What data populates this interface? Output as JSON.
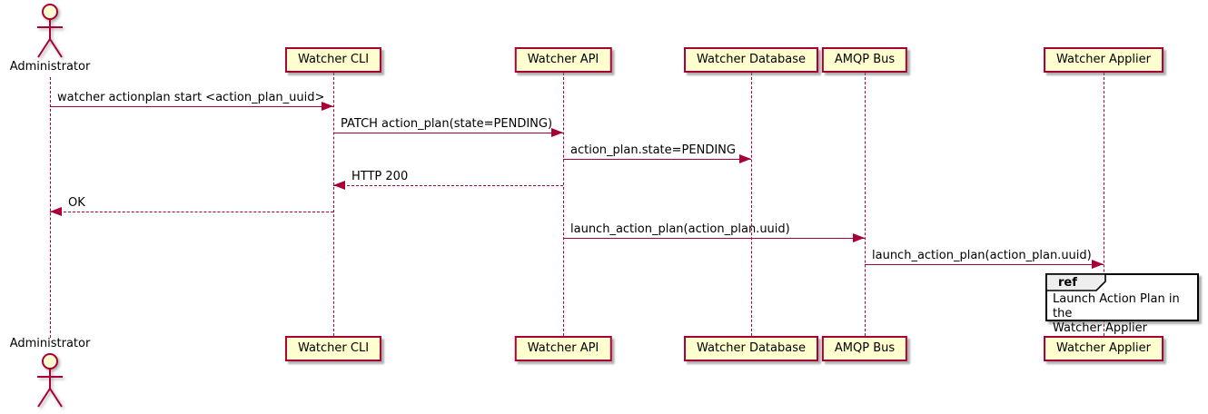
{
  "diagram": {
    "type": "sequence",
    "participants": [
      {
        "id": "administrator",
        "label": "Administrator",
        "kind": "actor"
      },
      {
        "id": "watcher-cli",
        "label": "Watcher CLI",
        "kind": "participant"
      },
      {
        "id": "watcher-api",
        "label": "Watcher API",
        "kind": "participant"
      },
      {
        "id": "watcher-database",
        "label": "Watcher Database",
        "kind": "participant"
      },
      {
        "id": "amqp-bus",
        "label": "AMQP Bus",
        "kind": "participant"
      },
      {
        "id": "watcher-applier",
        "label": "Watcher Applier",
        "kind": "participant"
      }
    ],
    "messages": [
      {
        "from": "Administrator",
        "to": "Watcher CLI",
        "label": "watcher actionplan start <action_plan_uuid>",
        "line": "solid"
      },
      {
        "from": "Watcher CLI",
        "to": "Watcher API",
        "label": "PATCH action_plan(state=PENDING)",
        "line": "solid"
      },
      {
        "from": "Watcher API",
        "to": "Watcher Database",
        "label": "action_plan.state=PENDING",
        "line": "solid"
      },
      {
        "from": "Watcher API",
        "to": "Watcher CLI",
        "label": "HTTP 200",
        "line": "dashed"
      },
      {
        "from": "Watcher CLI",
        "to": "Administrator",
        "label": "OK",
        "line": "dashed"
      },
      {
        "from": "Watcher API",
        "to": "AMQP Bus",
        "label": "launch_action_plan(action_plan.uuid)",
        "line": "solid"
      },
      {
        "from": "AMQP Bus",
        "to": "Watcher Applier",
        "label": "launch_action_plan(action_plan.uuid)",
        "line": "solid"
      }
    ],
    "ref_fragment": {
      "keyword": "ref",
      "over": "Watcher Applier",
      "text": "Launch Action Plan in the\nWatcher Applier"
    },
    "colors": {
      "participant_fill": "#FEFECE",
      "participant_border": "#A80036",
      "line_color": "#A80036",
      "text_color": "#000000",
      "ref_header_fill": "#EEEEEE",
      "ref_border": "#000000",
      "background": "#FFFFFF"
    }
  }
}
